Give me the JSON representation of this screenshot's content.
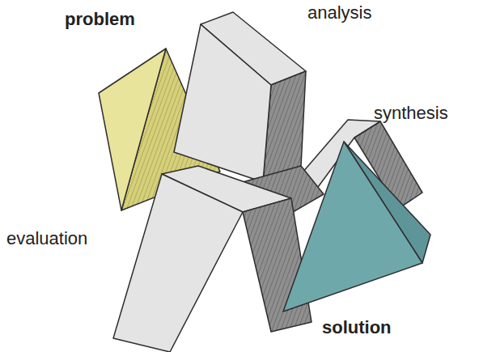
{
  "diagram": {
    "labels": [
      "problem",
      "analysis",
      "synthesis",
      "evaluation",
      "solution"
    ]
  }
}
